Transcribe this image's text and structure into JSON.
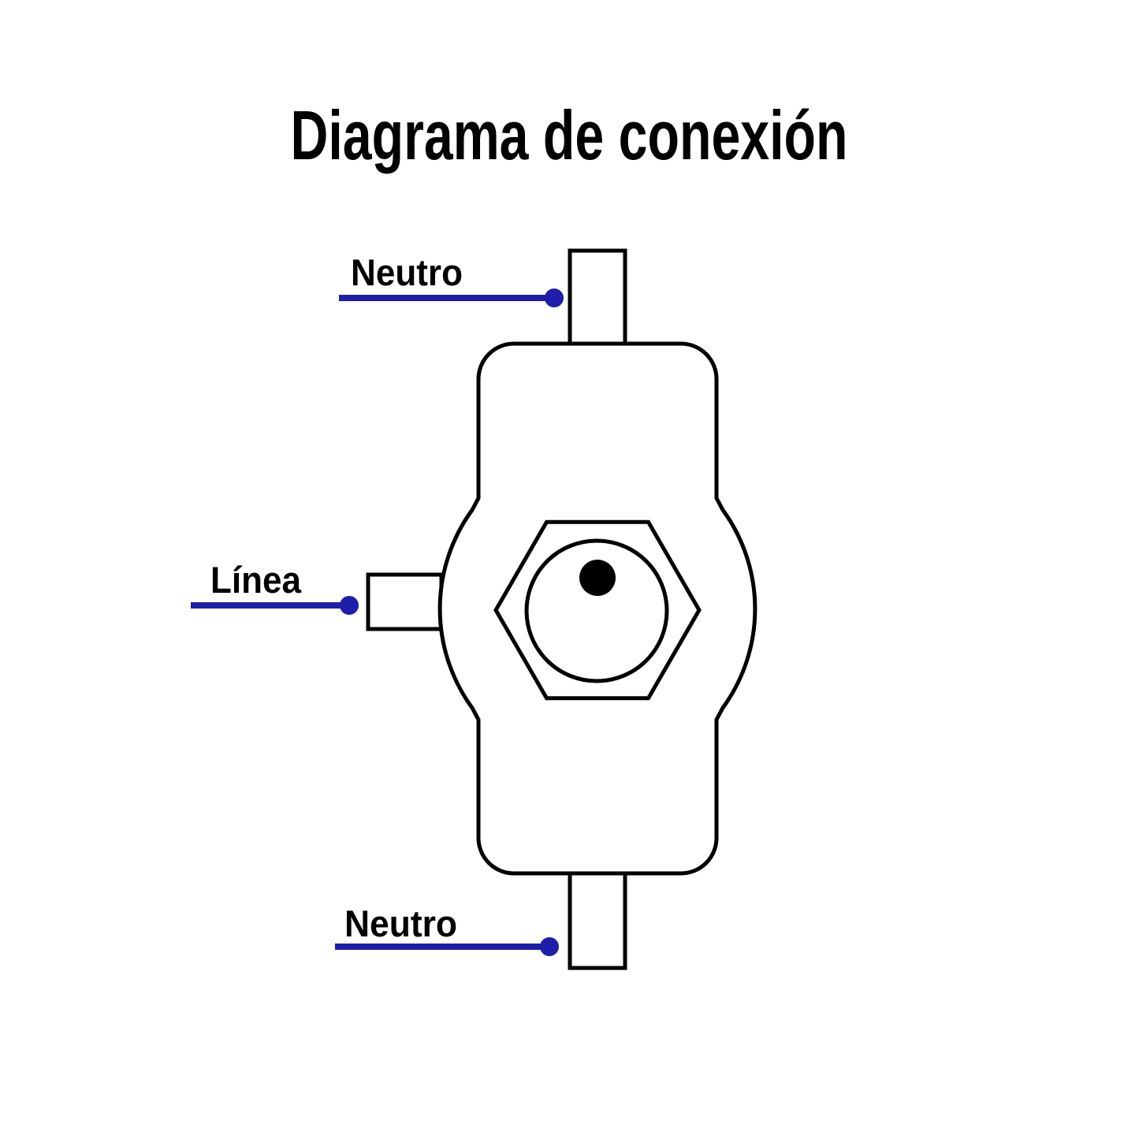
{
  "title": "Diagrama de conexión",
  "leads": {
    "top": {
      "label": "Neutro"
    },
    "left": {
      "label": "Línea"
    },
    "bottom": {
      "label": "Neutro"
    }
  },
  "colors": {
    "wire": "#1E1EAA",
    "outline": "#000000",
    "background": "#FFFFFF",
    "indicator_dot": "#000000"
  }
}
